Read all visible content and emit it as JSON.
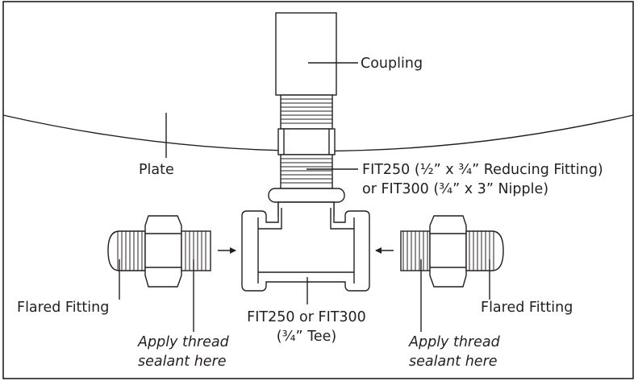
{
  "labels": {
    "coupling": "Coupling",
    "plate": "Plate",
    "fitting_line1": "FIT250 (½” x ¾” Reducing Fitting)",
    "fitting_line2": "or FIT300 (¾” x 3” Nipple)",
    "flared_left": "Flared Fitting",
    "flared_right": "Flared Fitting",
    "tee_line1": "FIT250 or FIT300",
    "tee_line2": "(¾” Tee)",
    "sealant_left_line1": "Apply thread",
    "sealant_left_line2": "sealant here",
    "sealant_right_line1": "Apply thread",
    "sealant_right_line2": "sealant here"
  },
  "colors": {
    "ink": "#231f20",
    "background": "#ffffff"
  }
}
